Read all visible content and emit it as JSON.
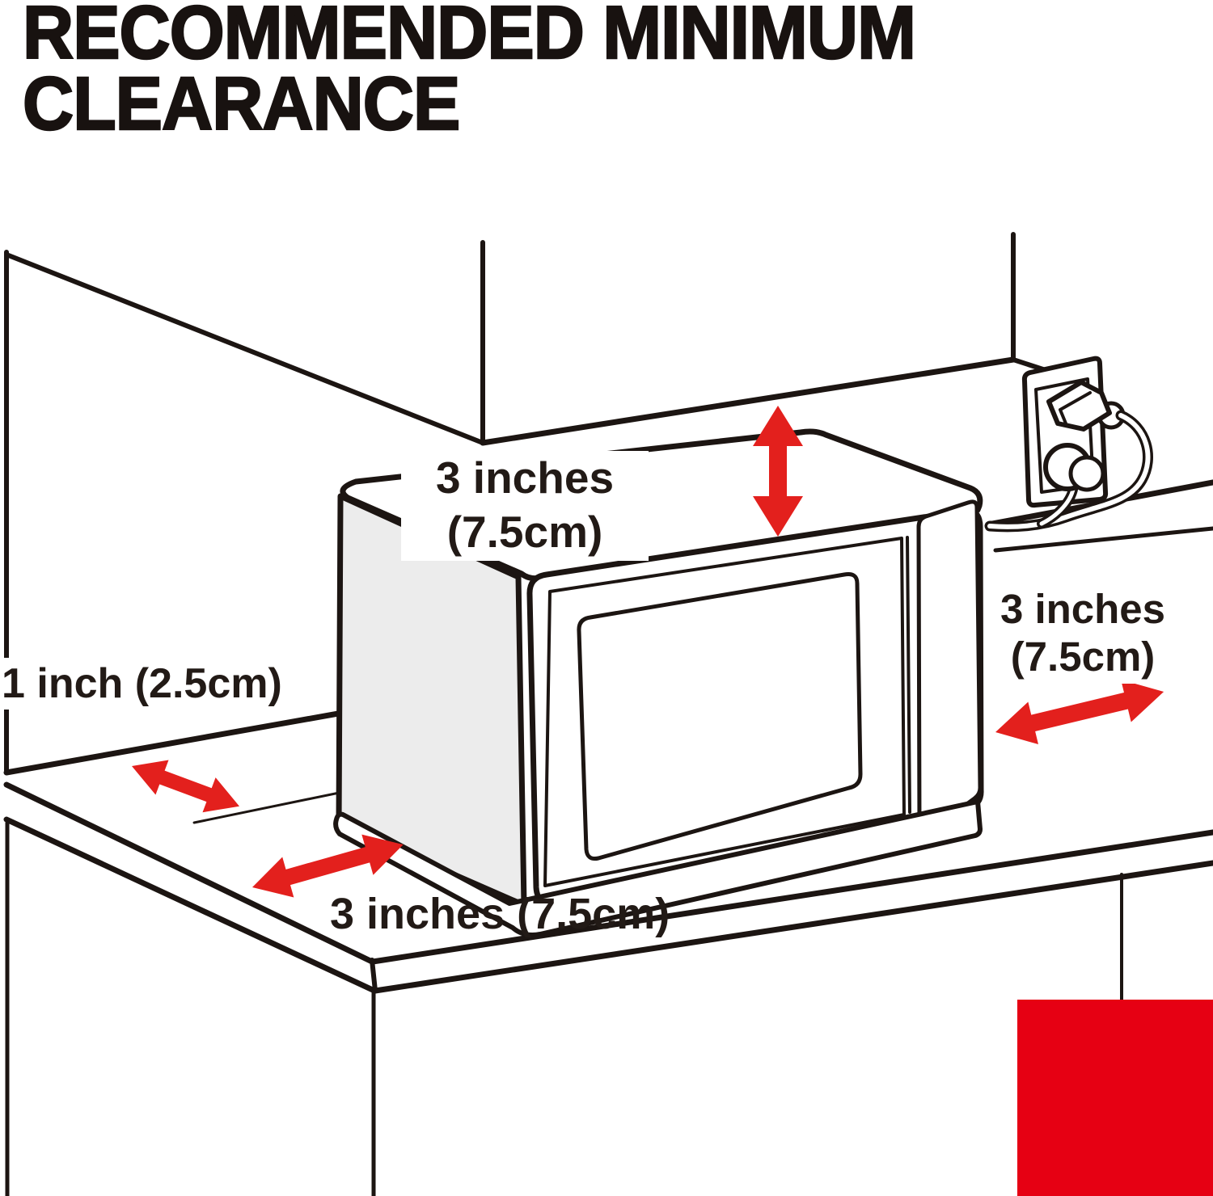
{
  "title": "RECOMMENDED MINIMUM\nCLEARANCE",
  "labels": {
    "top_clearance": {
      "line1": "3 inches",
      "line2": "(7.5cm)"
    },
    "right_clearance": {
      "line1": "3 inches",
      "line2": "(7.5cm)"
    },
    "left_clearance": {
      "text": "1 inch (2.5cm)"
    },
    "front_clearance": {
      "text": "3 inches (7.5cm)"
    }
  },
  "colors": {
    "arrow_red": "#e3201d",
    "brand_red": "#e60013",
    "ink": "#1c1512",
    "panel_gray": "#ececec"
  },
  "icons": [
    "double-arrow-vertical-icon",
    "double-arrow-diagonal-right-icon",
    "double-arrow-diagonal-left-icon",
    "double-arrow-diagonal-front-icon"
  ]
}
